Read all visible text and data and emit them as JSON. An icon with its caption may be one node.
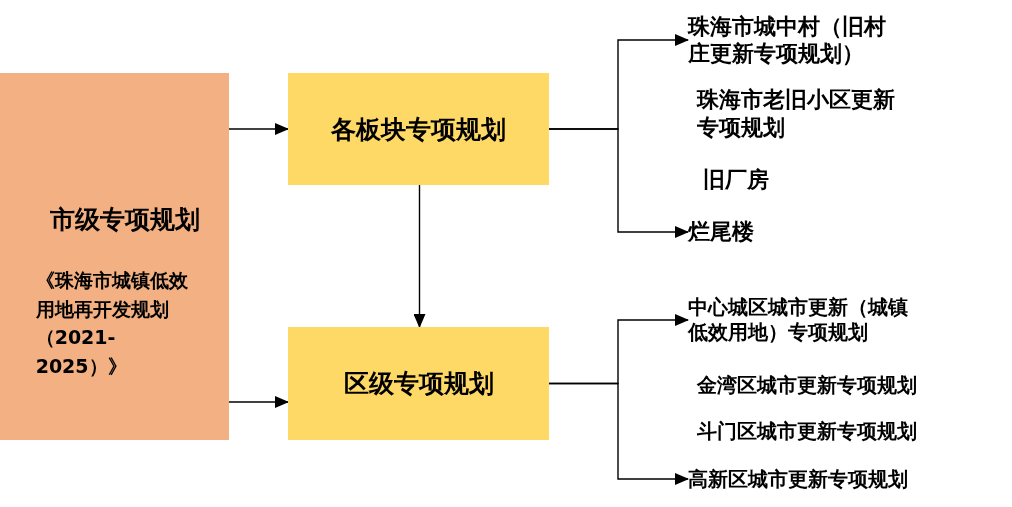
{
  "diagram": {
    "nodes": [
      {
        "text": [
          "市级专项规划",
          "《珠海市城镇低效用地再开发规划（2021-2025）》"
        ]
      },
      {
        "text": [
          "各板块专项规划"
        ]
      },
      {
        "text": [
          "区级专项规划"
        ]
      },
      {
        "text": [
          "珠海市城中村（旧村庄更新专项规划）"
        ]
      },
      {
        "text": [
          "烂尾楼"
        ]
      },
      {
        "text": [
          "中心城区城市更新（城镇低效用地）专项规划"
        ]
      },
      {
        "text": [
          "高新区城市更新专项规划"
        ]
      }
    ],
    "edges": [
      {
        "from": 0,
        "to": 1,
        "arrow": "to"
      },
      {
        "from": 0,
        "to": 2,
        "arrow": "to"
      },
      {
        "from": 1,
        "to": 2,
        "arrow": "to"
      },
      {
        "from": 1,
        "to": 3,
        "arrow": "to"
      },
      {
        "from": 1,
        "to": 4,
        "arrow": "to"
      },
      {
        "from": 2,
        "to": 5,
        "arrow": "to"
      },
      {
        "from": 2,
        "to": 6,
        "arrow": "to"
      }
    ],
    "labels": [
      "珠海市老旧小区更新专项规划",
      "旧厂房",
      "金湾区城市更新专项规划",
      "斗门区城市更新专项规划"
    ]
  }
}
